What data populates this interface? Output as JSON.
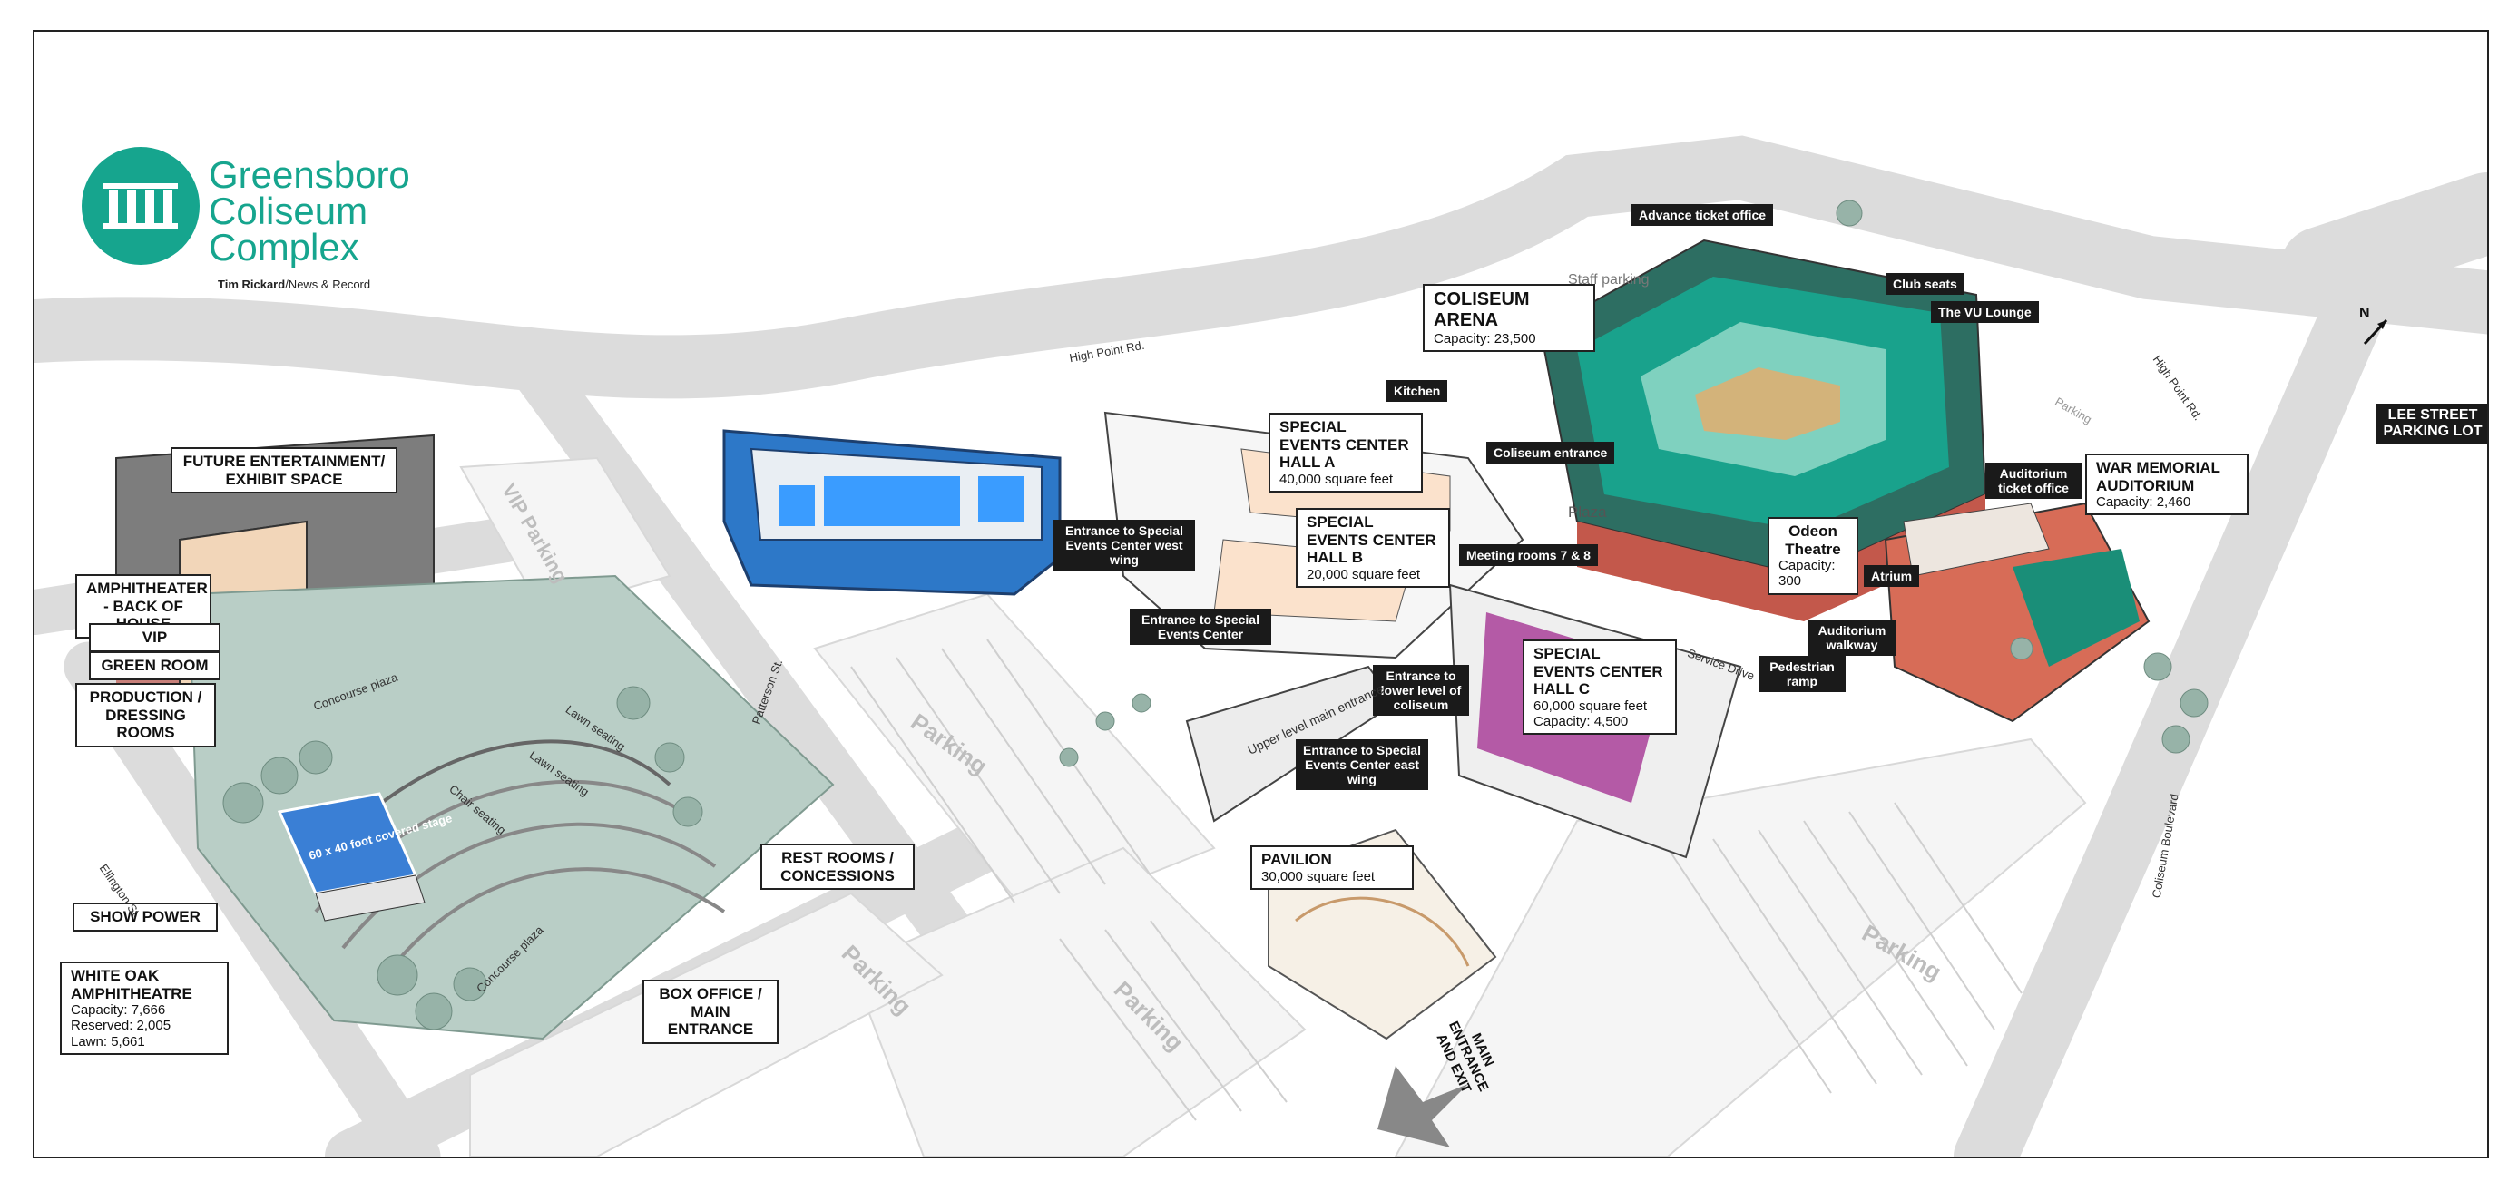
{
  "logo": {
    "line1": "Greensboro",
    "line2": "Coliseum",
    "line3": "Complex",
    "credit_bold": "Tim Rickard",
    "credit_rest": "/News & Record",
    "brand_color": "#16a58e"
  },
  "labels": {
    "future_entertainment": "FUTURE ENTERTAINMENT/ EXHIBIT SPACE",
    "amphitheater_back": "AMPHITHEATER - BACK OF HOUSE",
    "vip": "VIP",
    "green_room": "GREEN ROOM",
    "production": "PRODUCTION / DRESSING ROOMS",
    "show_power": "SHOW POWER",
    "white_oak_title": "WHITE OAK AMPHITHEATRE",
    "white_oak_capacity": "Capacity: 7,666",
    "white_oak_reserved": "Reserved: 2,005",
    "white_oak_lawn": "Lawn: 5,661",
    "rest_rooms": "REST ROOMS / CONCESSIONS",
    "box_office": "BOX OFFICE / MAIN ENTRANCE",
    "coliseum_arena": "COLISEUM ARENA",
    "coliseum_capacity": "Capacity: 23,500",
    "hall_a_title": "SPECIAL EVENTS CENTER HALL A",
    "hall_a_size": "40,000 square feet",
    "hall_b_title": "SPECIAL EVENTS CENTER HALL B",
    "hall_b_size": "20,000 square feet",
    "hall_c_title": "SPECIAL EVENTS CENTER HALL C",
    "hall_c_size": "60,000 square feet",
    "hall_c_capacity": "Capacity: 4,500",
    "pavilion_title": "PAVILION",
    "pavilion_size": "30,000 square feet",
    "war_memorial_title": "WAR MEMORIAL AUDITORIUM",
    "war_memorial_capacity": "Capacity: 2,460",
    "odeon_title": "Odeon Theatre",
    "odeon_capacity": "Capacity: 300",
    "lee_street": "LEE STREET PARKING LOT",
    "main_entrance": "MAIN ENTRANCE AND EXIT"
  },
  "callouts": {
    "kitchen": "Kitchen",
    "advance_ticket": "Advance ticket office",
    "club_seats": "Club seats",
    "vu_lounge": "The VU Lounge",
    "coliseum_entrance": "Coliseum entrance",
    "entrance_west": "Entrance to Special Events Center west wing",
    "entrance_sec": "Entrance to Special Events Center",
    "meeting_rooms": "Meeting rooms 7 & 8",
    "entrance_lower": "Entrance to lower level of coliseum",
    "entrance_east": "Entrance to Special Events Center east wing",
    "auditorium_ticket": "Auditorium ticket office",
    "atrium": "Atrium",
    "auditorium_walkway": "Auditorium walkway",
    "pedestrian_ramp": "Pedestrian ramp"
  },
  "map_text": {
    "high_point_rd_1": "High Point Rd.",
    "high_point_rd_2": "High Point Rd.",
    "patterson_st": "Patterson St.",
    "ellington_st": "Ellington St.",
    "coliseum_blvd": "Coliseum Boulevard",
    "service_drive": "Service Drive",
    "staff_parking": "Staff parking",
    "parking_top": "Parking",
    "vip_parking": "VIP Parking",
    "plaza": "Plaza",
    "upper_level": "Upper level main entrance",
    "concourse_plaza_1": "Concourse plaza",
    "concourse_plaza_2": "Concourse plaza",
    "lawn_seating_1": "Lawn seating",
    "lawn_seating_2": "Lawn seating",
    "chair_seating": "Chair seating",
    "stage": "60 x 40 foot covered stage",
    "parking": "Parking",
    "north": "N"
  }
}
